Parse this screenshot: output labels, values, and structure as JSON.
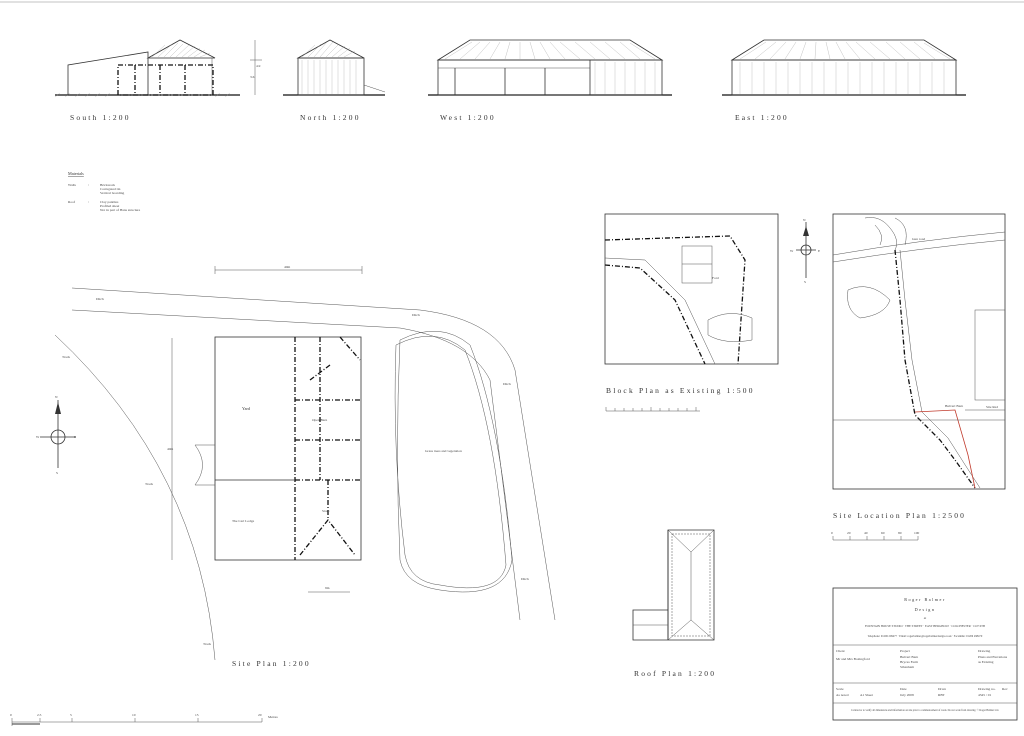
{
  "elevations": {
    "south": "South 1:200",
    "north": "North 1:200",
    "west": "West 1:200",
    "east": "East 1:200"
  },
  "materials": {
    "heading": "Materials",
    "walls_label": "Walls",
    "walls_items": [
      "Brickwork",
      "Corrugated tin",
      "Vertical boarding"
    ],
    "roof_label": "Roof",
    "roof_items": [
      "Clay pantiles",
      "Profiled sheet",
      "Not in part of Hans structure"
    ]
  },
  "site_plan": {
    "caption": "Site Plan 1:200",
    "labels": {
      "yard": "Yard",
      "open_barn": "Open Barn",
      "old_cart_lodge": "The Cart Lodge",
      "store": "Store",
      "grass": "Grass trees and vegetation",
      "track_left": "Track",
      "track_left2": "Track",
      "track_bottom": "Track",
      "ditch_top": "Ditch",
      "ditch_right": "Ditch",
      "ditch_top2": "Ditch",
      "ditch_bottom": "Ditch",
      "dim_top": "40m",
      "dim_bottom": "9m",
      "dim_side": "40m"
    },
    "north_arrow": {
      "n": "N",
      "s": "S",
      "e": "E",
      "w": "W"
    }
  },
  "block_plan": {
    "caption": "Block Plan as Existing 1:500",
    "label": "Ford"
  },
  "site_location": {
    "caption": "Site Location Plan 1:2500",
    "labels": {
      "site": "Site Red",
      "barn": "Bulvert Barn",
      "road": "Gun road"
    },
    "north_arrow": {
      "n": "N",
      "s": "S",
      "e": "E",
      "w": "W"
    },
    "scale_ticks": [
      "0",
      "20",
      "40",
      "60",
      "80",
      "100"
    ]
  },
  "roof_plan": {
    "caption": "Roof Plan 1:200"
  },
  "scale_bar": {
    "ticks": [
      "0",
      "2.5",
      "5",
      "10",
      "15",
      "20"
    ],
    "unit": "Metres"
  },
  "title_block": {
    "company_line1": "Roger Balmer",
    "company_line2": "Design",
    "ampersand": "at",
    "address": "FOUNTAIN HOUSE STUDIO · THE STREET · EAST BERGHOLT · COLCHESTER · CO7 6TB",
    "contact": "Telephone: 01206 299477 · Email: rogerbalmer@rogerbalmerdesign.co.uk · Facsimile: 01206 298470",
    "client_label": "Client",
    "client_value": "Mr and Mrs Boxingford",
    "project_label": "Project",
    "project_value": [
      "Bulvert Barn",
      "Bryces Farm",
      "Sibanham"
    ],
    "drawing_label": "Drawing",
    "drawing_value": [
      "Plans and Elevations",
      "as Existing"
    ],
    "scale_label": "Scale",
    "scale_value": [
      "As noted",
      "A1 Sheet"
    ],
    "date_label": "Date",
    "date_value": "July 2008",
    "drawn_label": "Drwn",
    "drawn_value": "RBT",
    "drawing_no_label": "Drawing no.",
    "drawing_no_value": "4345 / 01",
    "rev_label": "Rev",
    "footer": "Contractor to verify all dimensions and information on site prior to commencement of work. Do not scale from drawing. © Roger Balmer Ltd."
  }
}
